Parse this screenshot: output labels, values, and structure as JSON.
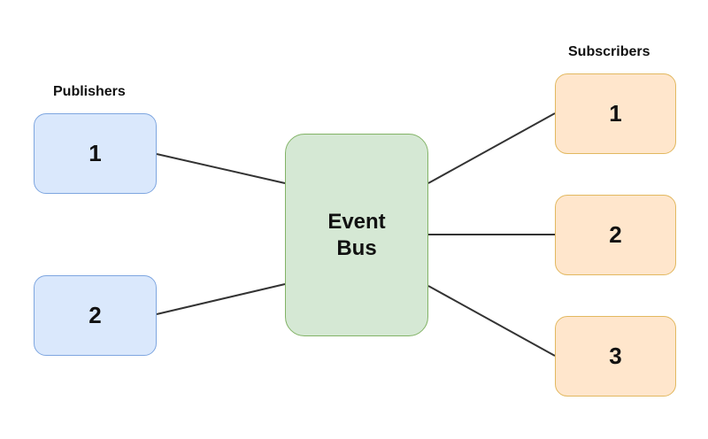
{
  "publishers": {
    "title": "Publishers",
    "items": [
      "1",
      "2"
    ]
  },
  "subscribers": {
    "title": "Subscribers",
    "items": [
      "1",
      "2",
      "3"
    ]
  },
  "event_bus": {
    "line1": "Event",
    "line2": "Bus"
  },
  "colors": {
    "publisher_fill": "#dae8fc",
    "publisher_stroke": "#7ea6e0",
    "bus_fill": "#d5e8d4",
    "bus_stroke": "#82b366",
    "subscriber_fill": "#ffe6cc",
    "subscriber_stroke": "#e2b860",
    "connector": "#333333"
  }
}
